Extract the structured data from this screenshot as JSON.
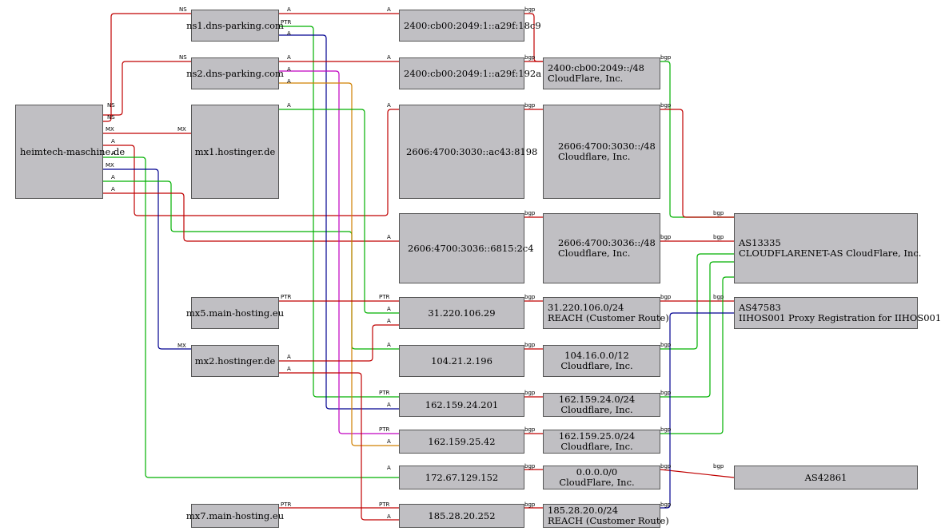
{
  "nodes": {
    "heimtech": [
      "heimtech-maschine.de"
    ],
    "ns1": [
      "ns1.dns-parking.com"
    ],
    "ns2": [
      "ns2.dns-parking.com"
    ],
    "mx1": [
      "mx1.hostinger.de"
    ],
    "mx5": [
      "mx5.main-hosting.eu"
    ],
    "mx2": [
      "mx2.hostinger.de"
    ],
    "mx7": [
      "mx7.main-hosting.eu"
    ],
    "ip6_18c9": [
      "2400:cb00:2049:1::a29f:18c9"
    ],
    "ip6_192a": [
      "2400:cb00:2049:1::a29f:192a"
    ],
    "ip6_8198": [
      "2606:4700:3030::ac43:8198"
    ],
    "ip6_2c4": [
      "2606:4700:3036::6815:2c4"
    ],
    "ip_31": [
      "31.220.106.29"
    ],
    "ip_104": [
      "104.21.2.196"
    ],
    "ip_162_24": [
      "162.159.24.201"
    ],
    "ip_162_25": [
      "162.159.25.42"
    ],
    "ip_172": [
      "172.67.129.152"
    ],
    "ip_185": [
      "185.28.20.252"
    ],
    "pfx_2400": [
      "2400:cb00:2049::/48",
      "CloudFlare, Inc."
    ],
    "pfx_3030": [
      "2606:4700:3030::/48",
      "Cloudflare, Inc."
    ],
    "pfx_3036": [
      "2606:4700:3036::/48",
      "Cloudflare, Inc."
    ],
    "pfx_31": [
      "31.220.106.0/24",
      "REACH (Customer Route)"
    ],
    "pfx_104": [
      "104.16.0.0/12",
      "Cloudflare, Inc."
    ],
    "pfx_162_24": [
      "162.159.24.0/24",
      "Cloudflare, Inc."
    ],
    "pfx_162_25": [
      "162.159.25.0/24",
      "Cloudflare, Inc."
    ],
    "pfx_0": [
      "0.0.0.0/0",
      "CloudFlare, Inc."
    ],
    "pfx_185": [
      "185.28.20.0/24",
      "REACH (Customer Route)"
    ],
    "as13335": [
      "AS13335",
      "CLOUDFLARENET-AS CloudFlare, Inc."
    ],
    "as47583": [
      "AS47583",
      "IIHOS001 Proxy Registration for IIHOS001"
    ],
    "as42861": [
      "AS42861"
    ]
  },
  "edge_labels": {
    "ns": "NS",
    "mx": "MX",
    "a": "A",
    "ptr": "PTR",
    "bgp": "bgp"
  },
  "colors": {
    "node_fill": "#c0bfc3",
    "node_border": "#555555",
    "red": "#c00000",
    "green": "#00b000",
    "blue": "#000090",
    "magenta": "#c000c0",
    "orange": "#d08000"
  }
}
